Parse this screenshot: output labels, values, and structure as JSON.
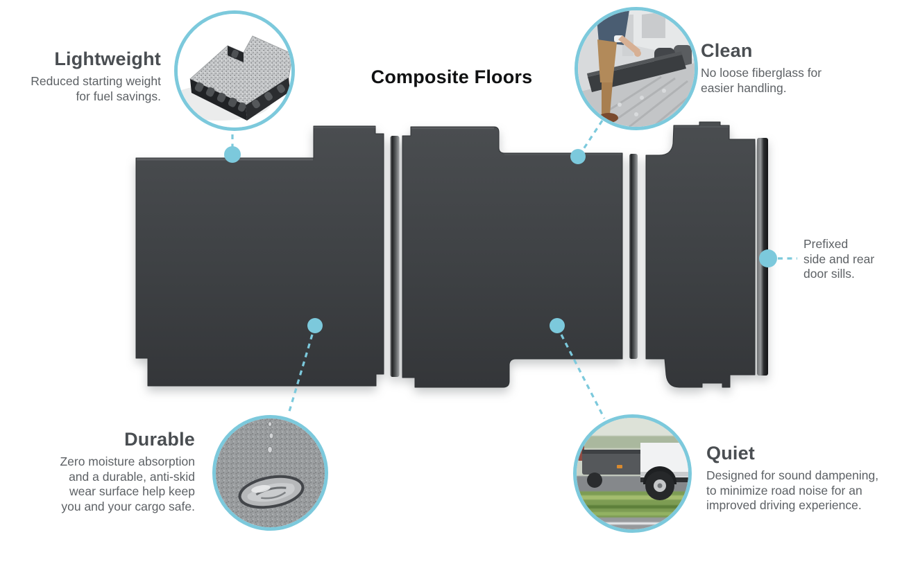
{
  "page": {
    "title": "Composite Floors"
  },
  "colors": {
    "accent": "#7cc9dc",
    "panel_dark_top": "#4a4d50",
    "panel_dark_bottom": "#343639",
    "heading_text": "#4a4e52",
    "body_text": "#5d6165",
    "title_text": "#101112"
  },
  "features": {
    "lightweight": {
      "heading": "Lightweight",
      "body": "Reduced starting weight\nfor fuel savings.",
      "photo": "honeycomb-composite-panel-photo"
    },
    "clean": {
      "heading": "Clean",
      "body": "No loose fiberglass for\neasier handling.",
      "photo": "installer-placing-panel-in-van-photo"
    },
    "durable": {
      "heading": "Durable",
      "body": "Zero moisture absorption\nand a durable, anti-skid\nwear surface help keep\nyou and your cargo safe.",
      "photo": "water-droplet-on-antiskid-surface-photo"
    },
    "quiet": {
      "heading": "Quiet",
      "body": "Designed for sound dampening,\nto minimize road noise for an\nimproved driving experience.",
      "photo": "van-driving-on-road-photo"
    },
    "prefixed_sills": {
      "body": "Prefixed\nside and rear\ndoor sills."
    }
  },
  "diagram": {
    "parts": [
      "floor-panel-left",
      "floor-panel-middle",
      "floor-panel-right",
      "sill-strip-left",
      "sill-strip-middle",
      "sill-strip-right"
    ]
  }
}
